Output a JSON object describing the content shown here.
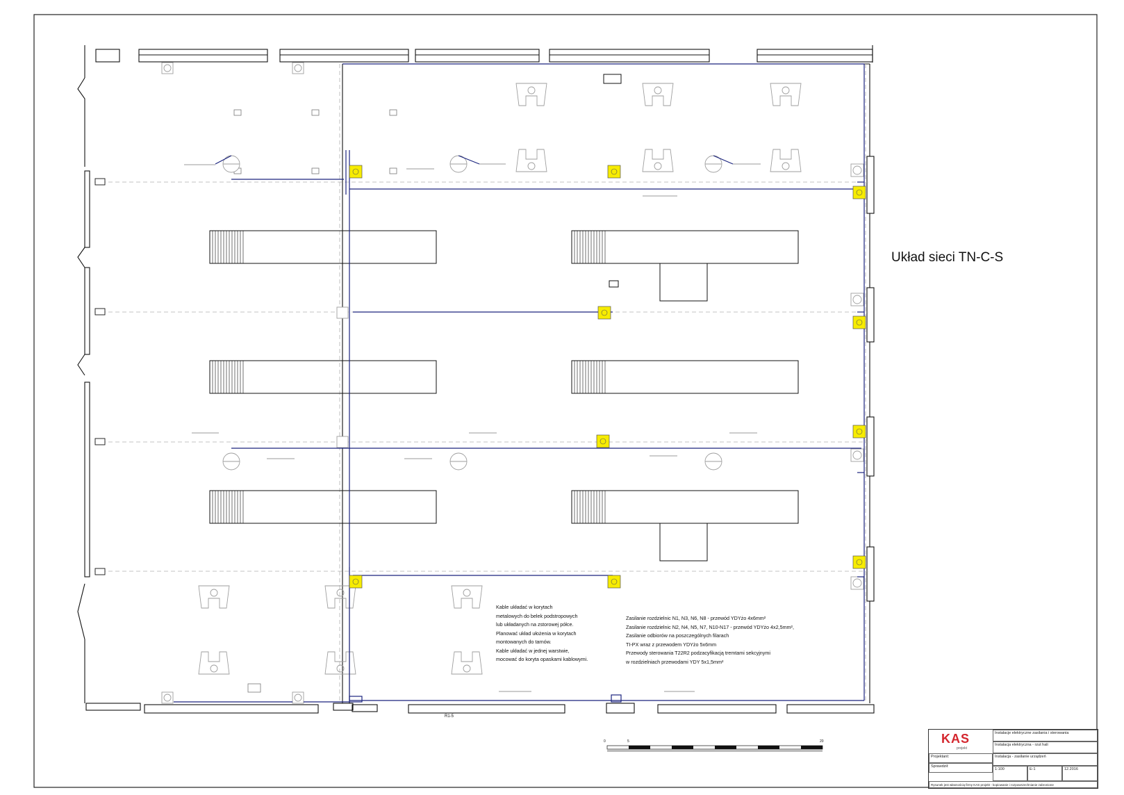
{
  "drawing": {
    "system_label": "Układ sieci TN-C-S",
    "axis_label_bottom": "R1-5"
  },
  "notes": {
    "cable_routing": [
      "Kable układać w korytach",
      "metalowych do belek podstropowych",
      "lub układanych na zstorowej półce.",
      "Planować układ ułożenia w korytach",
      "montowanych do tarnów.",
      "Kable układać w jednej warstwie,",
      "mocować do koryta opaskami kablowymi."
    ],
    "supply": [
      "Zasilanie rozdzielnic N1, N3, N6, N8 - przewód YDYżo 4x6mm²",
      "Zasilanie rozdzielnic N2, N4, N5, N7, N10-N17 - przewód YDYżo 4x2,5mm²,",
      "Zasilanie odbiorów na poszczególnych filarach",
      "TI-PX wraz z przewodem YDYżo 5x6mm",
      "Przewody sterowania T22R2 podzacyfikacją tremtami sekcyjnymi",
      "w rozdzielniach przewodami YDY 5x1,5mm²"
    ]
  },
  "title_block": {
    "logo": "KAS",
    "logo_sub": "projekt",
    "project": "Instalacje elektryczne zasilania i sterowania",
    "drawing_title": "Instalacja elektryczna - rzut hali",
    "sheet_title": "Instalacja - zasilanie urządzeń",
    "scale": "1:100",
    "sheet_no": "E-1",
    "date": "12.2016",
    "designer": "Projektant:",
    "checker": "Sprawdził:",
    "footer": "Rysunek jest własnością firmy KAS projekt - kopiowanie i rozpowszechnianie zabronione"
  },
  "colors": {
    "wall": "#111111",
    "cable": "#1a237e",
    "panel_fill": "#f7ec00",
    "device": "#9e9e9e",
    "grid": "#b0b0b0",
    "logo": "#d4252d"
  },
  "scale_bar": {
    "left_label": "0",
    "mid_label": "5",
    "right_label": "20"
  }
}
